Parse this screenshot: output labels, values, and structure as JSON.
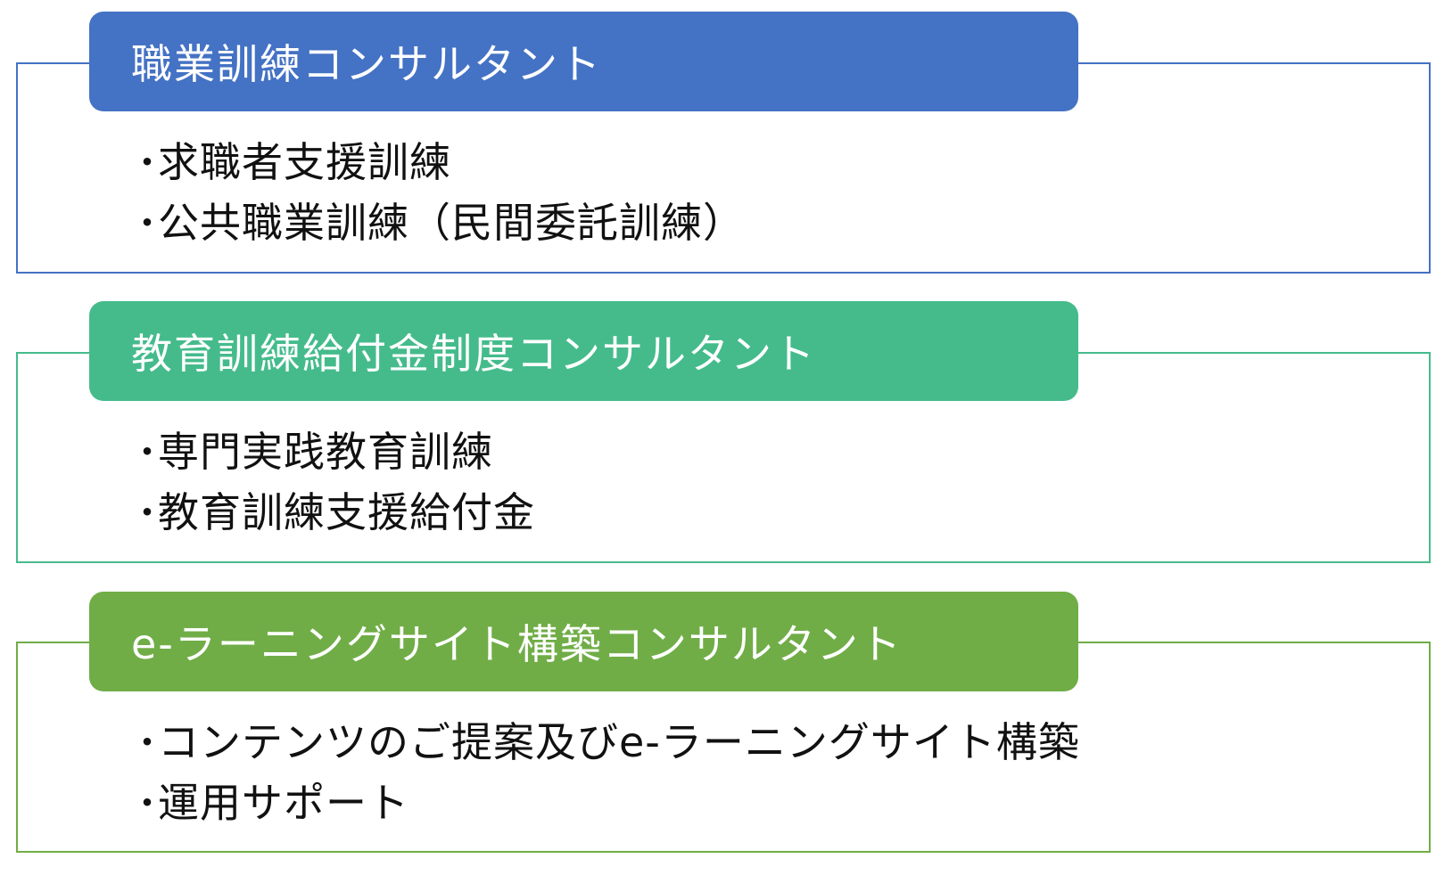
{
  "sections": [
    {
      "title": "職業訓練コンサルタント",
      "color": "#4472c4",
      "items": [
        "求職者支援訓練",
        "公共職業訓練（民間委託訓練）"
      ]
    },
    {
      "title": "教育訓練給付金制度コンサルタント",
      "color": "#45bb8c",
      "items": [
        "専門実践教育訓練",
        "教育訓練支援給付金"
      ]
    },
    {
      "title": "e-ラーニングサイト構築コンサルタント",
      "color": "#70ad47",
      "items": [
        "コンテンツのご提案及びe-ラーニングサイト構築",
        "運用サポート"
      ]
    }
  ],
  "bullet_char": "・"
}
